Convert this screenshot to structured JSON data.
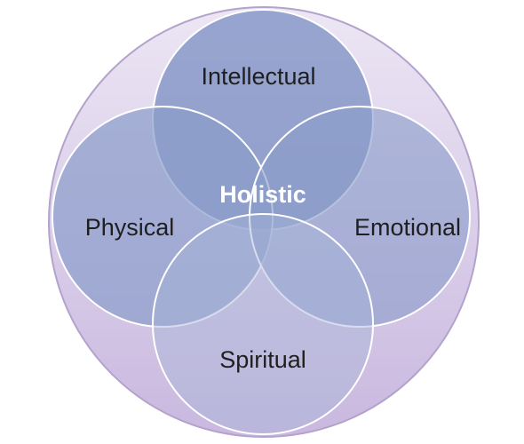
{
  "diagram": {
    "center_label": "Holistic",
    "circles": [
      {
        "key": "intellectual",
        "label": "Intellectual"
      },
      {
        "key": "physical",
        "label": "Physical"
      },
      {
        "key": "emotional",
        "label": "Emotional"
      },
      {
        "key": "spiritual",
        "label": "Spiritual"
      }
    ],
    "colors": {
      "outer_fill_top": "#e6def0",
      "outer_fill_bottom": "#cbbbe0",
      "outer_stroke": "#b3a3cc",
      "circle_fill": "#8496c6",
      "circle_stroke": "#ffffff",
      "center_text": "#ffffff",
      "label_text": "#1f1f1f"
    }
  }
}
